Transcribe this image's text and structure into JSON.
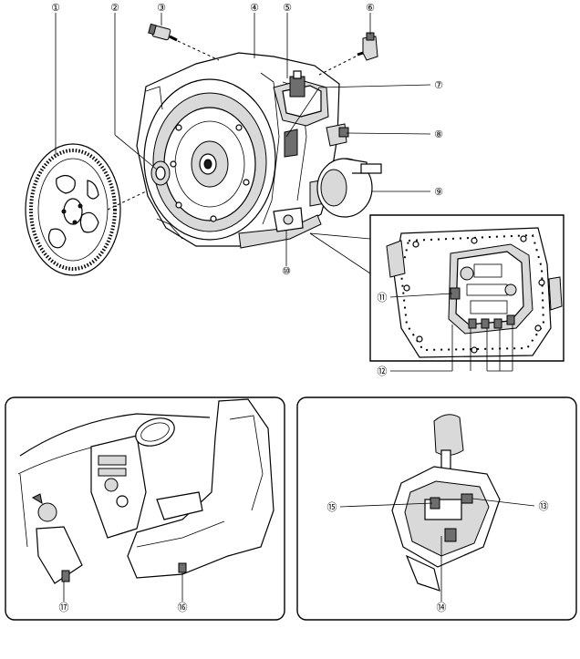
{
  "callouts": [
    {
      "id": "1",
      "label": "①"
    },
    {
      "id": "2",
      "label": "②"
    },
    {
      "id": "3",
      "label": "③"
    },
    {
      "id": "4",
      "label": "④"
    },
    {
      "id": "5",
      "label": "⑤"
    },
    {
      "id": "6",
      "label": "⑥"
    },
    {
      "id": "7",
      "label": "⑦"
    },
    {
      "id": "8",
      "label": "⑧"
    },
    {
      "id": "9",
      "label": "⑨"
    },
    {
      "id": "10",
      "label": "⑩"
    },
    {
      "id": "11",
      "label": "⑪"
    },
    {
      "id": "12",
      "label": "⑫"
    },
    {
      "id": "13",
      "label": "⑬"
    },
    {
      "id": "14",
      "label": "⑭"
    },
    {
      "id": "15",
      "label": "⑮"
    },
    {
      "id": "16",
      "label": "⑯"
    },
    {
      "id": "17",
      "label": "⑰"
    }
  ]
}
